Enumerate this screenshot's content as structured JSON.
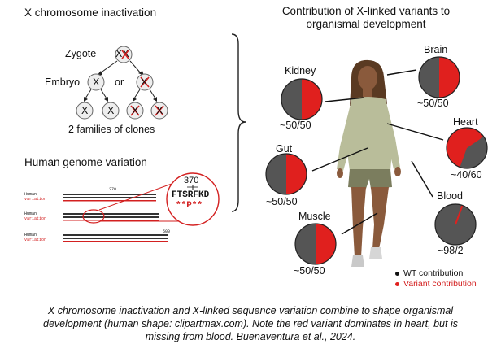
{
  "left": {
    "title_inactivation": "X chromosome inactivation",
    "zygote_label": "Zygote",
    "zygote_glyph": "XX",
    "embryo_label": "Embryo",
    "or_label": "or",
    "x_glyph": "X",
    "clones_label": "2 families of clones",
    "title_variation": "Human genome variation",
    "alignment": {
      "row_labels": {
        "human": "Human",
        "variation": "variation"
      },
      "pos_marker_1": "370",
      "pos_marker_2": "500",
      "zoom_position": "370",
      "zoom_sequence": "FTSRFKD",
      "zoom_markers": "**P**"
    }
  },
  "right": {
    "title": "Contribution of X-linked variants to organismal development",
    "organs": [
      {
        "name": "Brain",
        "ratio": "~50/50",
        "wt": 50,
        "variant": 50
      },
      {
        "name": "Kidney",
        "ratio": "~50/50",
        "wt": 50,
        "variant": 50
      },
      {
        "name": "Heart",
        "ratio": "~40/60",
        "wt": 40,
        "variant": 60
      },
      {
        "name": "Gut",
        "ratio": "~50/50",
        "wt": 50,
        "variant": 50
      },
      {
        "name": "Blood",
        "ratio": "~98/2",
        "wt": 98,
        "variant": 2
      },
      {
        "name": "Muscle",
        "ratio": "~50/50",
        "wt": 50,
        "variant": 50
      }
    ],
    "legend": {
      "wt": "WT contribution",
      "variant": "Variant contribution"
    }
  },
  "caption": "X chromosome inactivation and X-linked sequence variation combine to shape organismal development (human shape: clipartmax.com). Note the red variant dominates in heart, but is missing from blood. Buenaventura et al., 2024.",
  "colors": {
    "wt": "#555555",
    "variant": "#e0201e",
    "accent_red": "#d32020"
  }
}
